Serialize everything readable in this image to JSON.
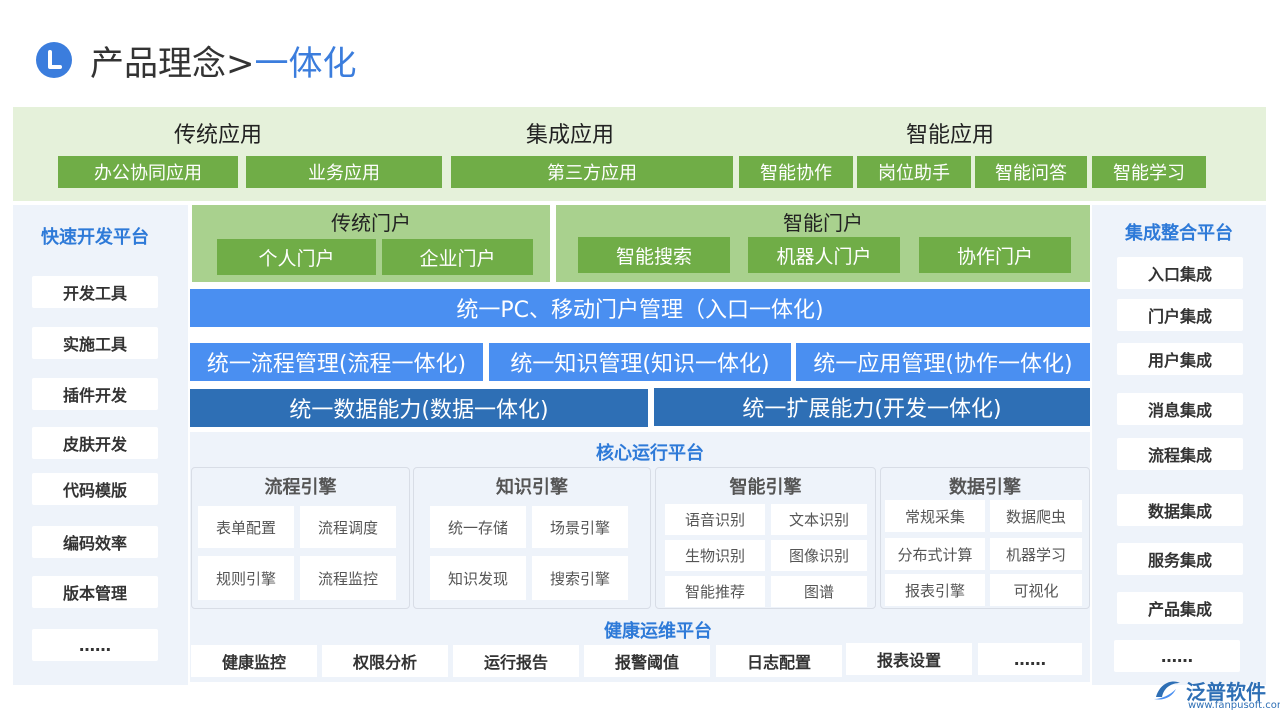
{
  "title": {
    "prefix": "产品理念>",
    "highlight": "一体化"
  },
  "apps": {
    "groups": [
      "传统应用",
      "集成应用",
      "智能应用"
    ],
    "items": [
      "办公协同应用",
      "业务应用",
      "第三方应用",
      "智能协作",
      "岗位助手",
      "智能问答",
      "智能学习"
    ]
  },
  "left_panel": {
    "title": "快速开发平台",
    "items": [
      "开发工具",
      "实施工具",
      "插件开发",
      "皮肤开发",
      "代码模版",
      "编码效率",
      "版本管理",
      "……"
    ]
  },
  "right_panel": {
    "title": "集成整合平台",
    "items": [
      "入口集成",
      "门户集成",
      "用户集成",
      "消息集成",
      "流程集成",
      "数据集成",
      "服务集成",
      "产品集成",
      "……"
    ]
  },
  "portals": {
    "traditional": {
      "title": "传统门户",
      "items": [
        "个人门户",
        "企业门户"
      ]
    },
    "smart": {
      "title": "智能门户",
      "items": [
        "智能搜索",
        "机器人门户",
        "协作门户"
      ]
    }
  },
  "unified": {
    "portal": "统一PC、移动门户管理（入口一体化)",
    "row2": [
      "统一流程管理(流程一体化)",
      "统一知识管理(知识一体化)",
      "统一应用管理(协作一体化)"
    ],
    "row3": [
      "统一数据能力(数据一体化)",
      "统一扩展能力(开发一体化)"
    ]
  },
  "core": {
    "title": "核心运行平台",
    "engines": [
      {
        "title": "流程引擎",
        "cells": [
          "表单配置",
          "流程调度",
          "规则引擎",
          "流程监控"
        ]
      },
      {
        "title": "知识引擎",
        "cells": [
          "统一存储",
          "场景引擎",
          "知识发现",
          "搜索引擎"
        ]
      },
      {
        "title": "智能引擎",
        "cells": [
          "语音识别",
          "文本识别",
          "生物识别",
          "图像识别",
          "智能推荐",
          "图谱"
        ]
      },
      {
        "title": "数据引擎",
        "cells": [
          "常规采集",
          "数据爬虫",
          "分布式计算",
          "机器学习",
          "报表引擎",
          "可视化"
        ]
      }
    ]
  },
  "ops": {
    "title": "健康运维平台",
    "items": [
      "健康监控",
      "权限分析",
      "运行报告",
      "报警阈值",
      "日志配置",
      "报表设置",
      "……"
    ]
  },
  "logo": {
    "name": "泛普软件",
    "url": "www.fanpusoft.com"
  },
  "colors": {
    "accent_blue": "#3b7ddd",
    "green_band": "#e5f1da",
    "green_item": "#70ad47",
    "portal_green": "#a9d18e",
    "bar_light": "#4a8ff1",
    "bar_dark": "#2e6fb5",
    "panel_bg": "#eef3fa"
  }
}
